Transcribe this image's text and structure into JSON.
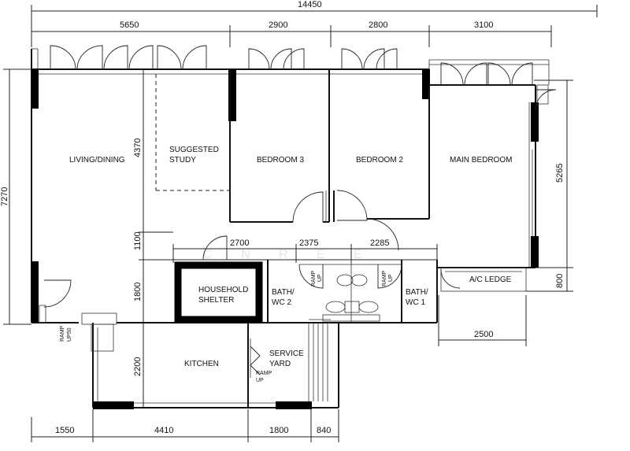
{
  "dimensions": {
    "overall_width": "14450",
    "top_1": "5650",
    "top_2": "2900",
    "top_3": "2800",
    "top_4": "3100",
    "left_total": "7270",
    "study_height": "4370",
    "corridor_height": "1100",
    "shelter_height": "1800",
    "kitchen_height": "2200",
    "mid_1": "2700",
    "mid_2": "2375",
    "mid_3": "2285",
    "right_bedroom": "5265",
    "right_ledge": "800",
    "ledge_width": "2500",
    "bottom_1": "1550",
    "bottom_2": "4410",
    "bottom_3": "1800",
    "bottom_4": "840"
  },
  "rooms": {
    "living_dining": "LIVING/DINING",
    "study_line1": "SUGGESTED",
    "study_line2": "STUDY",
    "bedroom3": "BEDROOM 3",
    "bedroom2": "BEDROOM 2",
    "main_bedroom": "MAIN BEDROOM",
    "shelter_line1": "HOUSEHOLD",
    "shelter_line2": "SHELTER",
    "bath2_line1": "BATH/",
    "bath2_line2": "WC 2",
    "bath1_line1": "BATH/",
    "bath1_line2": "WC 1",
    "ac_ledge": "A/C LEDGE",
    "kitchen": "KITCHEN",
    "service_line1": "SERVICE",
    "service_line2": "YARD"
  },
  "ramps": {
    "entrance_line1": "RAMP",
    "entrance_line2": "UP50",
    "yard_line1": "RAMP",
    "yard_line2": "UP",
    "bath2_line1": "RAMP",
    "bath2_line2": "UP",
    "bath1_line1": "RAMP",
    "bath1_line2": "UP"
  },
  "watermark": "C N R E E"
}
